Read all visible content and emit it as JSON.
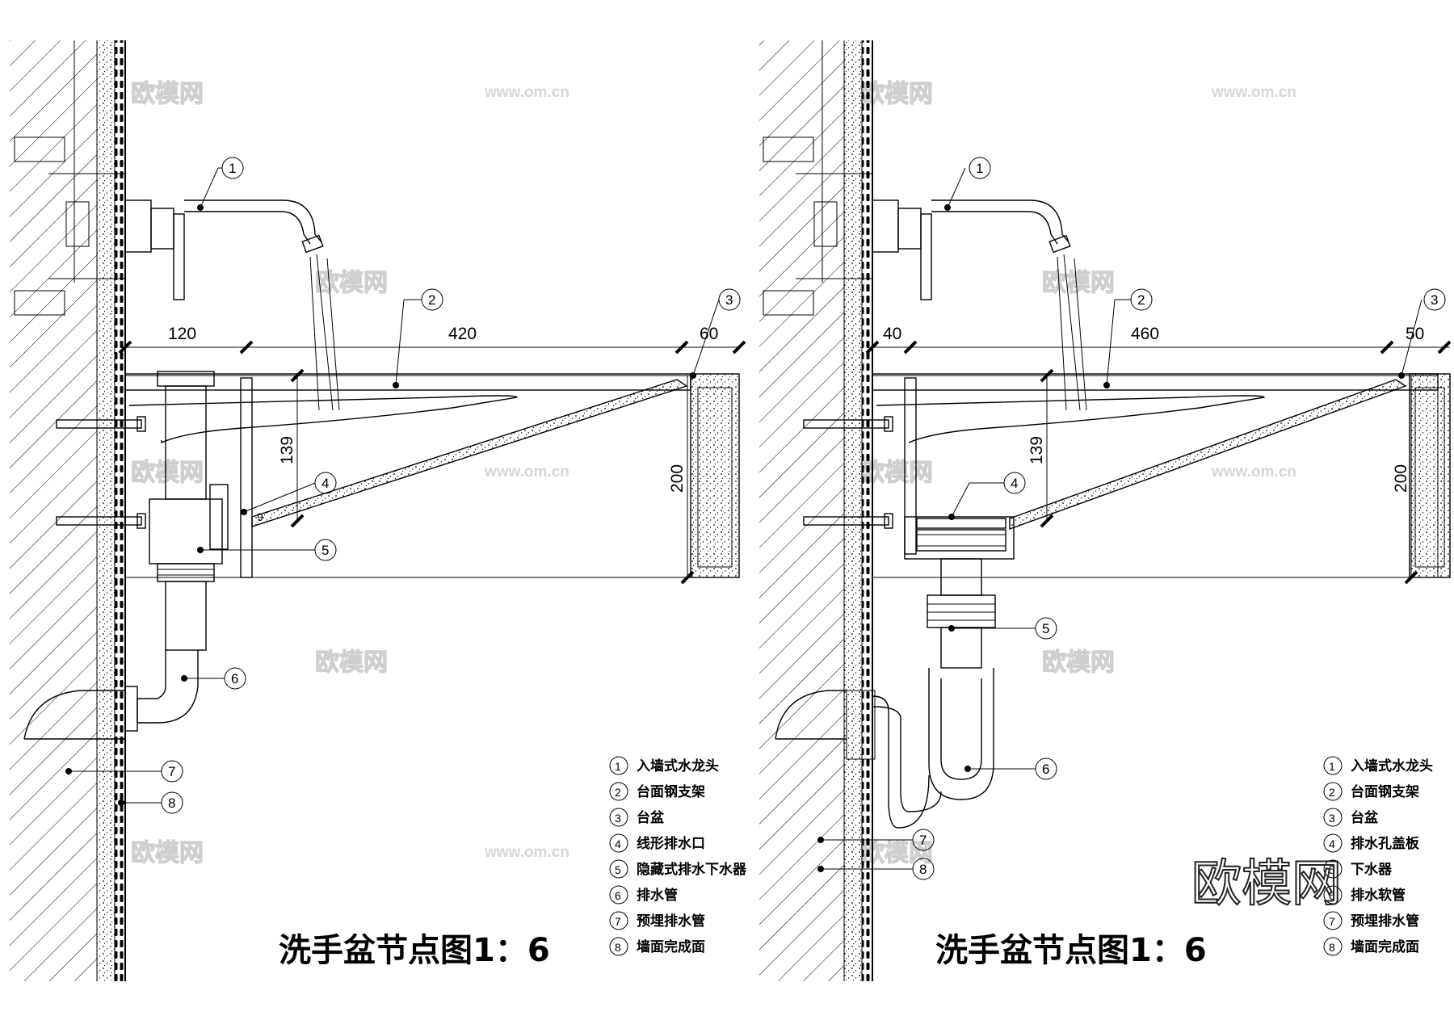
{
  "title_left": "洗手盆节点图1：6",
  "title_right": "洗手盆节点图1：6",
  "watermark_cn": "欧模网",
  "watermark_url": "www.om.cn",
  "brand_logo": "欧模网",
  "left_detail": {
    "dims": {
      "d1": "120",
      "d2": "420",
      "d3": "60",
      "d4": "139",
      "d5": "200",
      "d6": "9"
    },
    "callouts": [
      "1",
      "2",
      "3",
      "4",
      "5",
      "6",
      "7",
      "8"
    ],
    "legend": [
      {
        "num": "1",
        "text": "入墙式水龙头"
      },
      {
        "num": "2",
        "text": "台面钢支架"
      },
      {
        "num": "3",
        "text": "台盆"
      },
      {
        "num": "4",
        "text": "线形排水口"
      },
      {
        "num": "5",
        "text": "隐藏式排水下水器"
      },
      {
        "num": "6",
        "text": "排水管"
      },
      {
        "num": "7",
        "text": "预埋排水管"
      },
      {
        "num": "8",
        "text": "墙面完成面"
      }
    ]
  },
  "right_detail": {
    "dims": {
      "d1": "40",
      "d2": "460",
      "d3": "50",
      "d4": "139",
      "d5": "200"
    },
    "callouts": [
      "1",
      "2",
      "3",
      "4",
      "5",
      "6",
      "7",
      "8"
    ],
    "legend": [
      {
        "num": "1",
        "text": "入墙式水龙头"
      },
      {
        "num": "2",
        "text": "台面钢支架"
      },
      {
        "num": "3",
        "text": "台盆"
      },
      {
        "num": "4",
        "text": "排水孔盖板"
      },
      {
        "num": "5",
        "text": "下水器"
      },
      {
        "num": "6",
        "text": "排水软管"
      },
      {
        "num": "7",
        "text": "预埋排水管"
      },
      {
        "num": "8",
        "text": "墙面完成面"
      }
    ]
  }
}
